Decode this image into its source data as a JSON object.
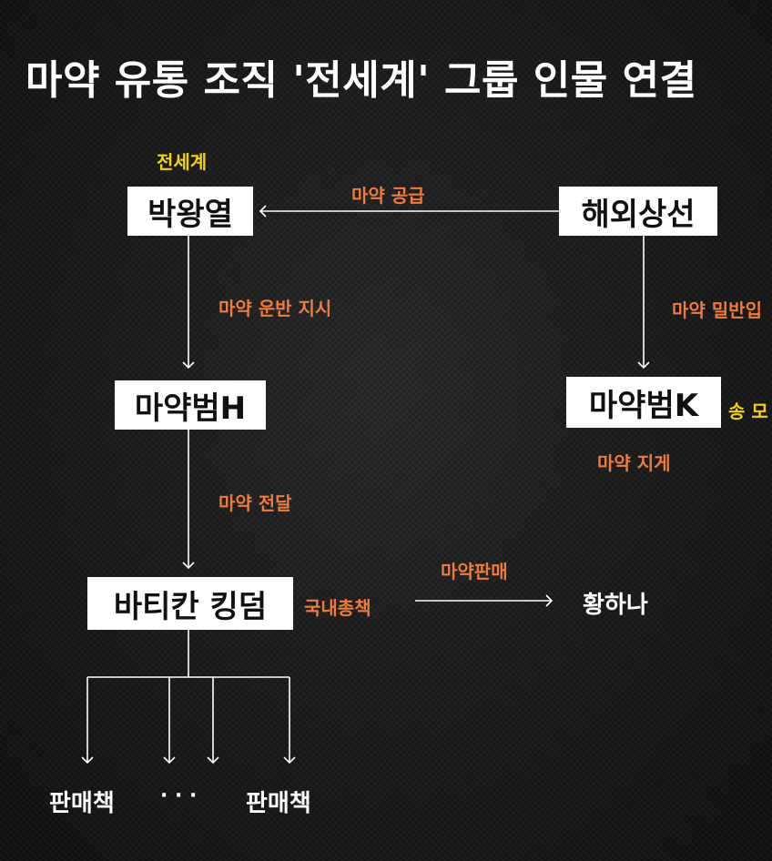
{
  "title": "마약 유통 조직 '전세계' 그룹 인물 연결",
  "nodes": {
    "park": "박왕열",
    "overseas_ship": "해외상선",
    "drug_h": "마약범H",
    "drug_k": "마약범K",
    "batican": "바티칸 킹덤",
    "hwang": "황하나",
    "seller_left": "판매책",
    "ellipsis": "· · ·",
    "seller_right": "판매책"
  },
  "labels": {
    "park_alias": "전세계",
    "supply": "마약 공급",
    "transport_order": "마약 운반 지시",
    "smuggle": "마약 밀반입",
    "send": "송 모",
    "drug_jige": "마약 지게",
    "delivery": "마약 전달",
    "domestic_chief": "국내총책",
    "sale": "마약판매"
  },
  "colors": {
    "background": "#1b1b1b",
    "box": "#ffffff",
    "alias_yellow": "#f5d300",
    "relation_orange": "#f07a3a",
    "line": "#ffffff"
  }
}
